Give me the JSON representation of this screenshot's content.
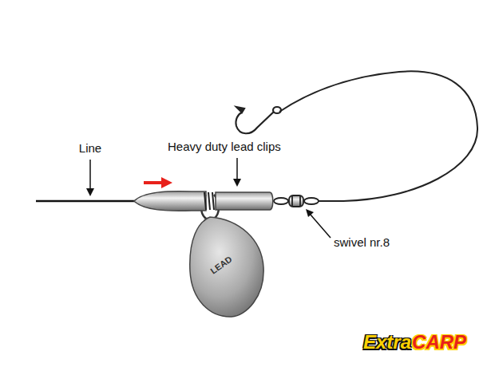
{
  "diagram": {
    "labels": [
      "Line",
      "Heavy duty lead clips",
      "swivel nr.8",
      "LEAD",
      "Extra",
      "CARP"
    ]
  }
}
